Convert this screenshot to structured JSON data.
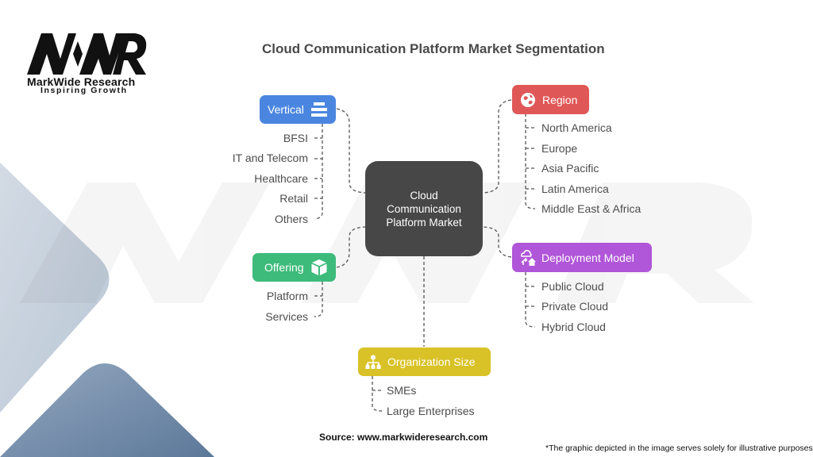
{
  "logo": {
    "mark": "MWR",
    "name": "MarkWide Research",
    "tagline": "Inspiring Growth"
  },
  "title": "Cloud Communication Platform Market Segmentation",
  "center": {
    "label": "Cloud Communication Platform Market",
    "color": "#474747"
  },
  "segments": {
    "vertical": {
      "label": "Vertical",
      "icon": "list-icon",
      "color": "#4a86e0",
      "items": [
        "BFSI",
        "IT and Telecom",
        "Healthcare",
        "Retail",
        "Others"
      ]
    },
    "offering": {
      "label": "Offering",
      "icon": "box-icon",
      "color": "#3dbb7b",
      "items": [
        "Platform",
        "Services"
      ]
    },
    "organization_size": {
      "label": "Organization Size",
      "icon": "org-chart-icon",
      "color": "#d9c227",
      "items": [
        "SMEs",
        "Large Enterprises"
      ]
    },
    "region": {
      "label": "Region",
      "icon": "globe-icon",
      "color": "#e05757",
      "items": [
        "North America",
        "Europe",
        "Asia Pacific",
        "Latin America",
        "Middle East & Africa"
      ]
    },
    "deployment_model": {
      "label": "Deployment Model",
      "icon": "cloud-home-icon",
      "color": "#b056d8",
      "items": [
        "Public Cloud",
        "Private Cloud",
        "Hybrid Cloud"
      ]
    }
  },
  "footer": {
    "source": "Source: www.markwideresearch.com",
    "note": "*The graphic depicted in the image serves solely for illustrative purposes"
  }
}
